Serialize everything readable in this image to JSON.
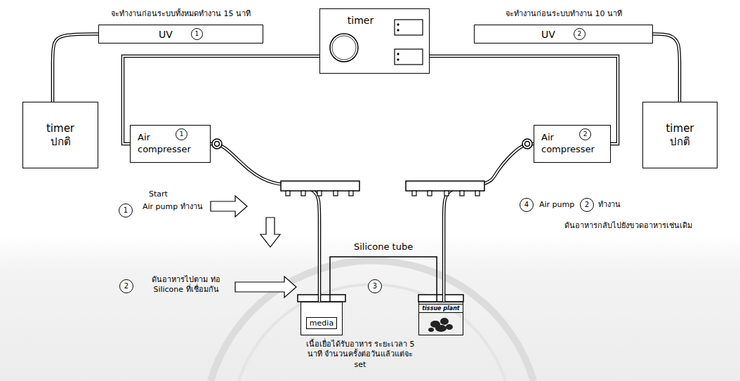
{
  "diagram": {
    "nodes": [
      {
        "text": [
          "UV",
          "1"
        ]
      },
      {
        "text": [
          "timer"
        ]
      },
      {
        "text": [
          "UV",
          "2"
        ]
      },
      {
        "text": [
          "timer ปกติ"
        ]
      },
      {
        "text": [
          "Air compresser",
          "1"
        ]
      },
      {
        "text": [
          "Air compresser",
          "2"
        ]
      },
      {
        "text": [
          "timer ปกติ"
        ]
      },
      {
        "text": [
          "media"
        ]
      },
      {
        "text": [
          "tissue plant"
        ]
      }
    ],
    "edges": [
      {
        "from": 0,
        "to": 3,
        "arrow": "none"
      },
      {
        "from": 1,
        "to": 4,
        "arrow": "none"
      },
      {
        "from": 1,
        "to": 5,
        "arrow": "none"
      },
      {
        "from": 2,
        "to": 6,
        "arrow": "none"
      },
      {
        "from": 4,
        "to": 7,
        "arrow": "none"
      },
      {
        "from": 5,
        "to": 8,
        "arrow": "none"
      },
      {
        "from": 7,
        "to": 8,
        "label": "Silicone tube",
        "arrow": "none"
      }
    ],
    "labels": [
      "จะทำงานก่อนระบบทั้งหมดทำงาน 15 นาที",
      "จะทำงานก่อนระบบทำงาน 10 นาที",
      "1",
      "Start",
      "Air pump ทำงาน",
      "2",
      "ดันอาหารไปตาม ท่อ Silicone ที่เชื่อมกัน",
      "3",
      "เนื้อเยื่อได้รับอาหาร ระยะเวลา 5 นาที จำนวนครั้งต่อวันแล้วแต่จะ set",
      "4",
      "Air pump",
      "2",
      "ทำงาน",
      "ดันอาหารกลับไปยังขวดอาหารเช่นเดิม"
    ]
  }
}
